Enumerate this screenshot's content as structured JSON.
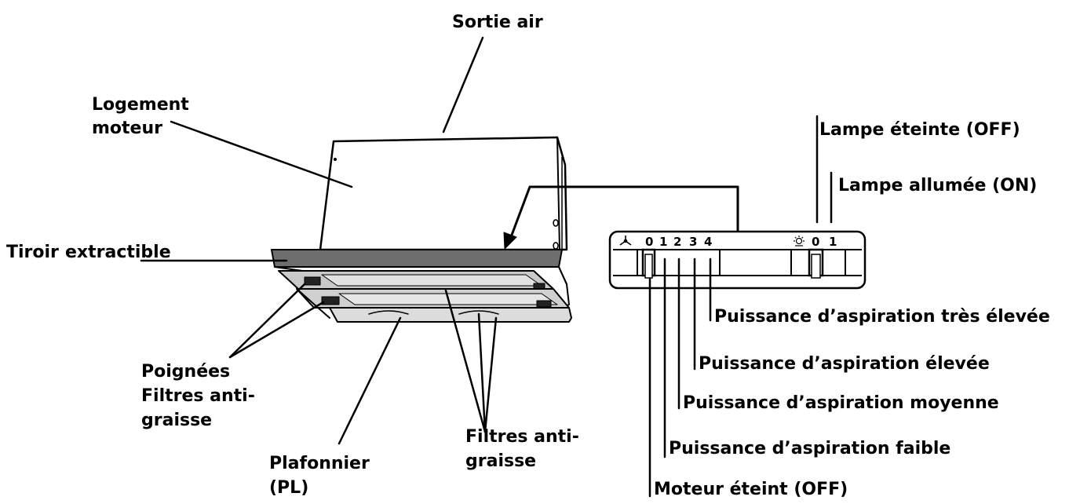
{
  "labels": {
    "sortie_air": "Sortie air",
    "logement_moteur_1": "Logement",
    "logement_moteur_2": "moteur",
    "tiroir_1": "Tiroir",
    "tiroir_2": "extractible",
    "poignees_1": "Poignées",
    "poignees_2": "Filtres anti-",
    "poignees_3": "graisse",
    "plafonnier_1": "Plafonnier",
    "plafonnier_2": "(PL)",
    "filtres_1": "Filtres anti-",
    "filtres_2": "graisse",
    "lampe_off": "Lampe éteinte (OFF)",
    "lampe_on": "Lampe allumée (ON)",
    "puissance_tres_elevee": "Puissance d’aspiration très élevée",
    "puissance_elevee": "Puissance d’aspiration élevée",
    "puissance_moyenne": "Puissance d’aspiration moyenne",
    "puissance_faible": "Puissance d’aspiration faible",
    "moteur_off": "Moteur éteint (OFF)"
  },
  "panel": {
    "fan_positions": [
      "0",
      "1",
      "2",
      "3",
      "4"
    ],
    "lamp_positions": [
      "0",
      "1"
    ]
  },
  "icons": {
    "fan": "fan-icon",
    "lamp": "lamp-icon"
  }
}
